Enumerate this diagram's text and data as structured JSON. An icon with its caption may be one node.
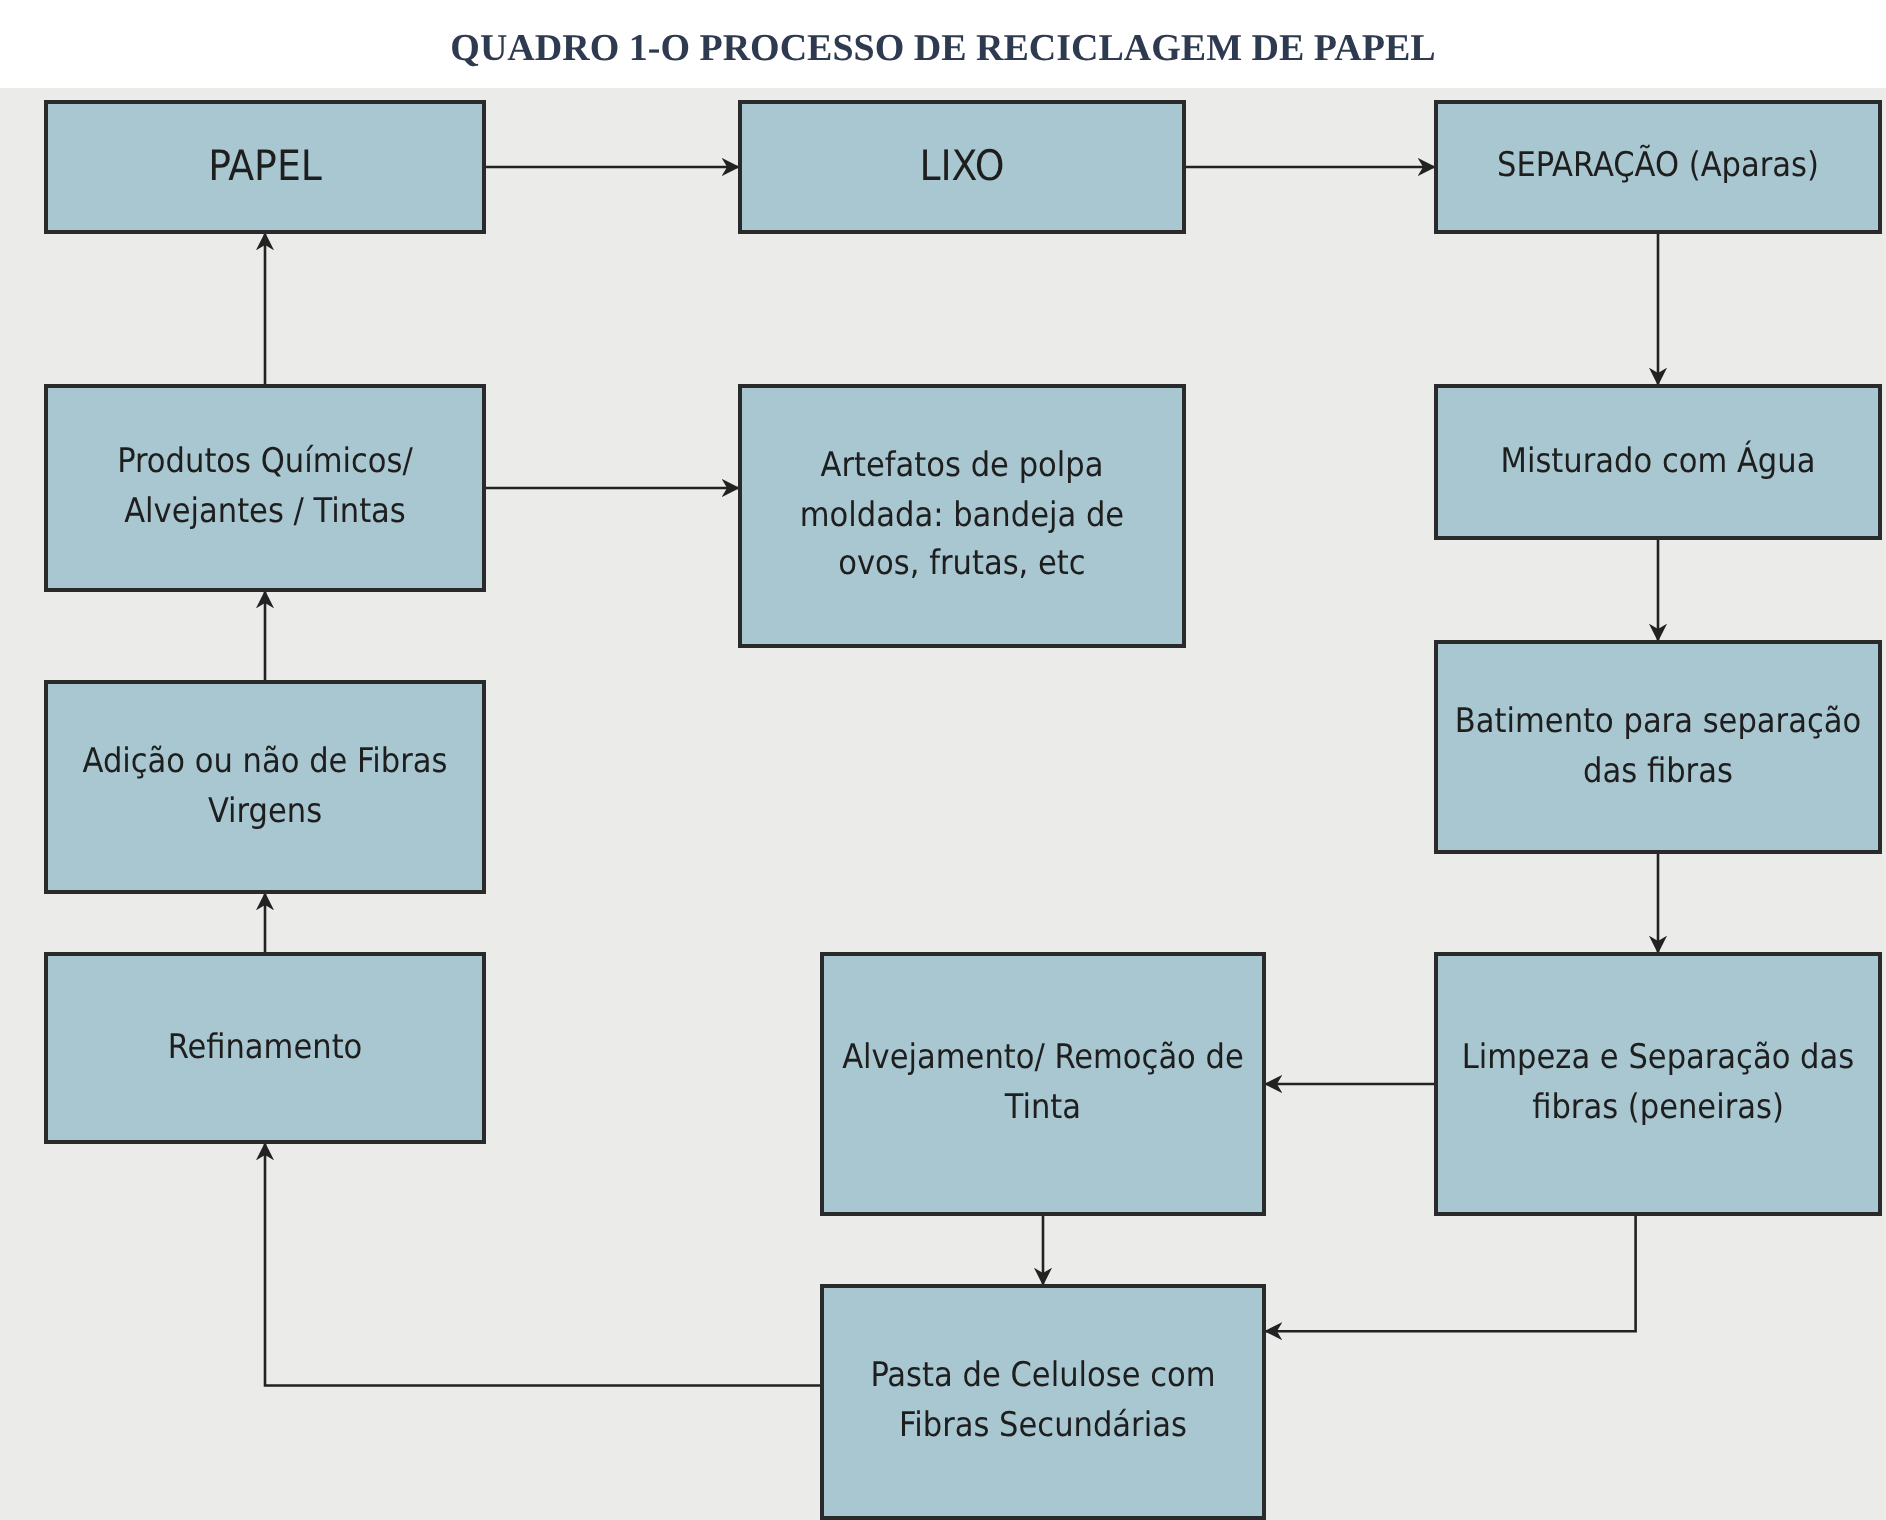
{
  "diagram": {
    "title": "QUADRO 1-O PROCESSO DE RECICLAGEM DE PAPEL",
    "nodes": [
      {
        "text": [
          "PAPEL"
        ]
      },
      {
        "text": [
          "LIXO"
        ]
      },
      {
        "text": [
          "SEPARAÇÃO (Aparas)"
        ]
      },
      {
        "text": [
          "Produtos Químicos/ Alvejantes / Tintas"
        ]
      },
      {
        "text": [
          "Artefatos de polpa moldada: bandeja de ovos, frutas, etc"
        ]
      },
      {
        "text": [
          "Misturado com Água"
        ]
      },
      {
        "text": [
          "Adição ou não de Fibras Virgens"
        ]
      },
      {
        "text": [
          "Batimento para separação das fibras"
        ]
      },
      {
        "text": [
          "Refinamento"
        ]
      },
      {
        "text": [
          "Alvejamento/ Remoção de Tinta"
        ]
      },
      {
        "text": [
          "Limpeza e Separação das fibras (peneiras)"
        ]
      },
      {
        "text": [
          "Pasta de Celulose com Fibras Secundárias"
        ]
      }
    ],
    "edges": [
      {
        "from": 0,
        "to": 1,
        "arrow": "to"
      },
      {
        "from": 1,
        "to": 2,
        "arrow": "to"
      },
      {
        "from": 2,
        "to": 5,
        "arrow": "to"
      },
      {
        "from": 5,
        "to": 7,
        "arrow": "to"
      },
      {
        "from": 7,
        "to": 10,
        "arrow": "to"
      },
      {
        "from": 10,
        "to": 9,
        "arrow": "to"
      },
      {
        "from": 9,
        "to": 11,
        "arrow": "to"
      },
      {
        "from": 10,
        "to": 11,
        "arrow": "to"
      },
      {
        "from": 11,
        "to": 8,
        "arrow": "to"
      },
      {
        "from": 8,
        "to": 6,
        "arrow": "to"
      },
      {
        "from": 6,
        "to": 3,
        "arrow": "to"
      },
      {
        "from": 3,
        "to": 0,
        "arrow": "to"
      },
      {
        "from": 3,
        "to": 4,
        "arrow": "to"
      }
    ]
  }
}
